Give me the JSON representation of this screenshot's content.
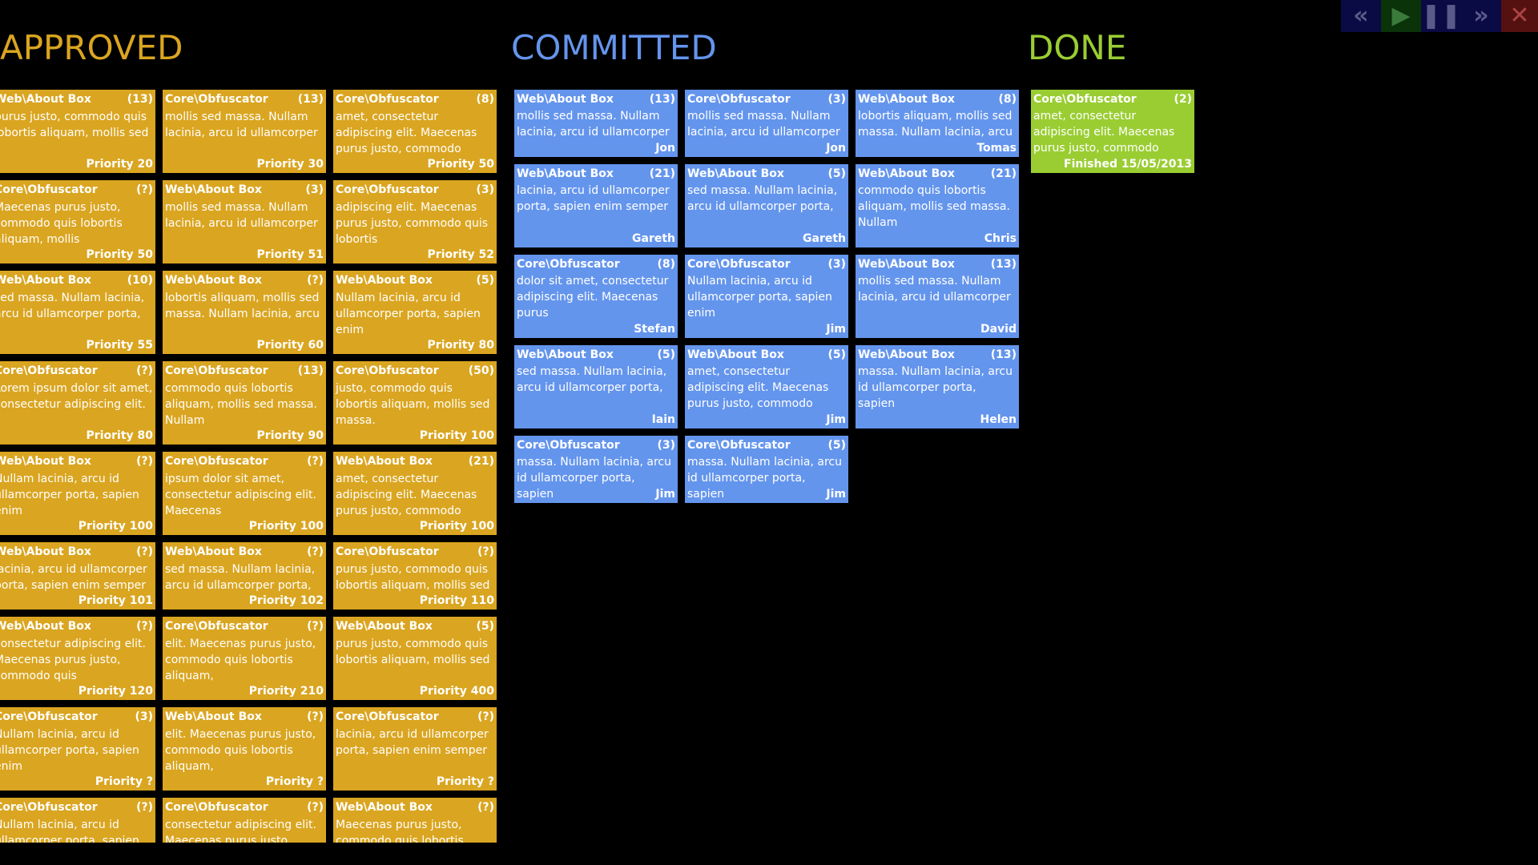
{
  "headings": {
    "approved": "APPROVED",
    "committed": "COMMITTED",
    "done": "DONE"
  },
  "colors": {
    "approved": "#daa520",
    "committed": "#6495ed",
    "done": "#9acd32",
    "background": "#000000"
  },
  "controls": {
    "rewind_icon": "«",
    "play_icon": "▶",
    "pause_icon": "❚❚",
    "forward_icon": "»",
    "close_icon": "✕"
  },
  "approved": [
    {
      "title": "Web\\About Box",
      "count": "(13)",
      "text": "purus justo, commodo quis lobortis aliquam, mollis sed",
      "footer": "Priority 20"
    },
    {
      "title": "Core\\Obfuscator",
      "count": "(13)",
      "text": "mollis sed massa. Nullam lacinia, arcu id ullamcorper",
      "footer": "Priority 30"
    },
    {
      "title": "Core\\Obfuscator",
      "count": "(8)",
      "text": "amet, consectetur adipiscing elit. Maecenas purus justo, commodo",
      "footer": "Priority 50"
    },
    {
      "title": "Core\\Obfuscator",
      "count": "(?)",
      "text": "Maecenas purus justo, commodo quis lobortis aliquam, mollis",
      "footer": "Priority 50"
    },
    {
      "title": "Web\\About Box",
      "count": "(3)",
      "text": "mollis sed massa. Nullam lacinia, arcu id ullamcorper",
      "footer": "Priority 51"
    },
    {
      "title": "Core\\Obfuscator",
      "count": "(3)",
      "text": "adipiscing elit. Maecenas purus justo, commodo quis lobortis",
      "footer": "Priority 52"
    },
    {
      "title": "Web\\About Box",
      "count": "(10)",
      "text": "sed massa. Nullam lacinia, arcu id ullamcorper porta,",
      "footer": "Priority 55"
    },
    {
      "title": "Web\\About Box",
      "count": "(?)",
      "text": "lobortis aliquam, mollis sed massa. Nullam lacinia, arcu",
      "footer": "Priority 60"
    },
    {
      "title": "Web\\About Box",
      "count": "(5)",
      "text": "Nullam lacinia, arcu id ullamcorper porta, sapien enim",
      "footer": "Priority 80"
    },
    {
      "title": "Core\\Obfuscator",
      "count": "(?)",
      "text": "Lorem ipsum dolor sit amet, consectetur adipiscing elit.",
      "footer": "Priority 80"
    },
    {
      "title": "Core\\Obfuscator",
      "count": "(13)",
      "text": "commodo quis lobortis aliquam, mollis sed massa. Nullam",
      "footer": "Priority 90"
    },
    {
      "title": "Core\\Obfuscator",
      "count": "(50)",
      "text": "justo, commodo quis lobortis aliquam, mollis sed massa.",
      "footer": "Priority 100"
    },
    {
      "title": "Web\\About Box",
      "count": "(?)",
      "text": "Nullam lacinia, arcu id ullamcorper porta, sapien enim",
      "footer": "Priority 100"
    },
    {
      "title": "Core\\Obfuscator",
      "count": "(?)",
      "text": "ipsum dolor sit amet, consectetur adipiscing elit. Maecenas",
      "footer": "Priority 100"
    },
    {
      "title": "Web\\About Box",
      "count": "(21)",
      "text": "amet, consectetur adipiscing elit. Maecenas purus justo, commodo",
      "footer": "Priority 100"
    },
    {
      "title": "Web\\About Box",
      "count": "(?)",
      "text": "lacinia, arcu id ullamcorper porta, sapien enim semper",
      "footer": "Priority 101"
    },
    {
      "title": "Web\\About Box",
      "count": "(?)",
      "text": "sed massa. Nullam lacinia, arcu id ullamcorper porta,",
      "footer": "Priority 102"
    },
    {
      "title": "Core\\Obfuscator",
      "count": "(?)",
      "text": "purus justo, commodo quis lobortis aliquam, mollis sed",
      "footer": "Priority 110"
    },
    {
      "title": "Web\\About Box",
      "count": "(?)",
      "text": "consectetur adipiscing elit. Maecenas purus justo, commodo quis",
      "footer": "Priority 120"
    },
    {
      "title": "Core\\Obfuscator",
      "count": "(?)",
      "text": "elit. Maecenas purus justo, commodo quis lobortis aliquam,",
      "footer": "Priority 210"
    },
    {
      "title": "Web\\About Box",
      "count": "(5)",
      "text": "purus justo, commodo quis lobortis aliquam, mollis sed",
      "footer": "Priority 400"
    },
    {
      "title": "Core\\Obfuscator",
      "count": "(3)",
      "text": "Nullam lacinia, arcu id ullamcorper porta, sapien enim",
      "footer": "Priority ?"
    },
    {
      "title": "Web\\About Box",
      "count": "(?)",
      "text": "elit. Maecenas purus justo, commodo quis lobortis aliquam,",
      "footer": "Priority ?"
    },
    {
      "title": "Core\\Obfuscator",
      "count": "(?)",
      "text": "lacinia, arcu id ullamcorper porta, sapien enim semper",
      "footer": "Priority ?"
    },
    {
      "title": "Core\\Obfuscator",
      "count": "(?)",
      "text": "Nullam lacinia, arcu id ullamcorper porta, sapien",
      "footer": ""
    },
    {
      "title": "Core\\Obfuscator",
      "count": "(?)",
      "text": "consectetur adipiscing elit. Maecenas purus justo",
      "footer": ""
    },
    {
      "title": "Web\\About Box",
      "count": "(?)",
      "text": "Maecenas purus justo, commodo quis lobortis",
      "footer": ""
    }
  ],
  "committed": [
    {
      "title": "Web\\About Box",
      "count": "(13)",
      "text": "mollis sed massa. Nullam lacinia, arcu id ullamcorper",
      "footer": "Jon"
    },
    {
      "title": "Core\\Obfuscator",
      "count": "(3)",
      "text": "mollis sed massa. Nullam lacinia, arcu id ullamcorper",
      "footer": "Jon"
    },
    {
      "title": "Web\\About Box",
      "count": "(8)",
      "text": "lobortis aliquam, mollis sed massa. Nullam lacinia, arcu",
      "footer": "Tomas"
    },
    {
      "title": "Web\\About Box",
      "count": "(21)",
      "text": "lacinia, arcu id ullamcorper porta, sapien enim semper",
      "footer": "Gareth"
    },
    {
      "title": "Web\\About Box",
      "count": "(5)",
      "text": "sed massa. Nullam lacinia, arcu id ullamcorper porta,",
      "footer": "Gareth"
    },
    {
      "title": "Web\\About Box",
      "count": "(21)",
      "text": "commodo quis lobortis aliquam, mollis sed massa. Nullam",
      "footer": "Chris"
    },
    {
      "title": "Core\\Obfuscator",
      "count": "(8)",
      "text": "dolor sit amet, consectetur adipiscing elit. Maecenas purus",
      "footer": "Stefan"
    },
    {
      "title": "Core\\Obfuscator",
      "count": "(3)",
      "text": "Nullam lacinia, arcu id ullamcorper porta, sapien enim",
      "footer": "Jim"
    },
    {
      "title": "Web\\About Box",
      "count": "(13)",
      "text": "mollis sed massa. Nullam lacinia, arcu id ullamcorper",
      "footer": "David"
    },
    {
      "title": "Web\\About Box",
      "count": "(5)",
      "text": "sed massa. Nullam lacinia, arcu id ullamcorper porta,",
      "footer": "Iain"
    },
    {
      "title": "Web\\About Box",
      "count": "(5)",
      "text": "amet, consectetur adipiscing elit. Maecenas purus justo, commodo",
      "footer": "Jim"
    },
    {
      "title": "Web\\About Box",
      "count": "(13)",
      "text": "massa. Nullam lacinia, arcu id ullamcorper porta, sapien",
      "footer": "Helen"
    },
    {
      "title": "Core\\Obfuscator",
      "count": "(3)",
      "text": "massa. Nullam lacinia, arcu id ullamcorper porta, sapien",
      "footer": "Jim"
    },
    {
      "title": "Core\\Obfuscator",
      "count": "(5)",
      "text": "massa. Nullam lacinia, arcu id ullamcorper porta, sapien",
      "footer": "Jim"
    }
  ],
  "done": [
    {
      "title": "Core\\Obfuscator",
      "count": "(2)",
      "text": "amet, consectetur adipiscing elit. Maecenas purus justo, commodo",
      "footer": "Finished 15/05/2013"
    }
  ]
}
